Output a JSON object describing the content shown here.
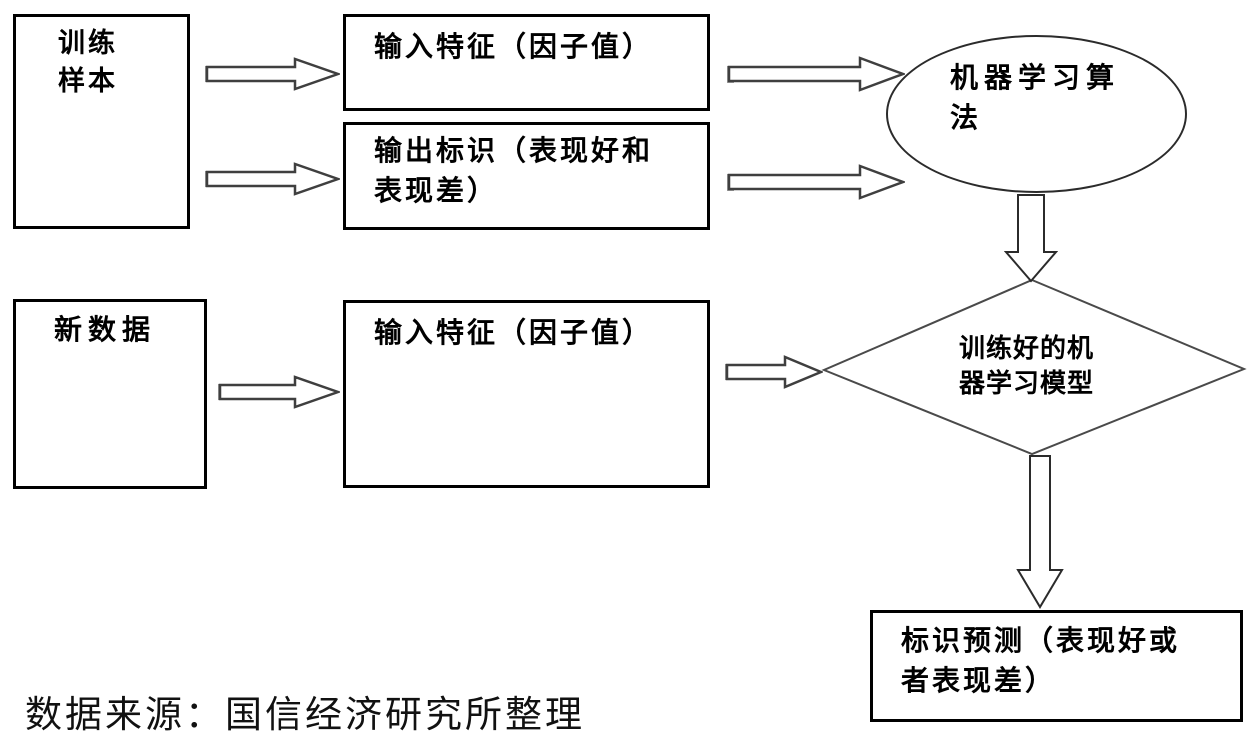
{
  "diagram": {
    "title": "machine-learning-flowchart",
    "nodes": {
      "training_sample": {
        "label": "训练样本"
      },
      "input_features_train": {
        "label": "输入特征（因子值）"
      },
      "output_labels_train": {
        "label": "输出标识（表现好和表现差）"
      },
      "ml_algorithm": {
        "label": "机器学习算法"
      },
      "new_data": {
        "label": "新数据"
      },
      "input_features_new": {
        "label": "输入特征（因子值）"
      },
      "trained_model": {
        "label": "训练好的机器学习模型"
      },
      "prediction_output": {
        "label": "标识预测（表现好或者表现差）"
      }
    },
    "connectors": [
      {
        "from": "training_sample",
        "to": "input_features_train",
        "direction": "right"
      },
      {
        "from": "training_sample",
        "to": "output_labels_train",
        "direction": "right"
      },
      {
        "from": "input_features_train",
        "to": "ml_algorithm",
        "direction": "right"
      },
      {
        "from": "output_labels_train",
        "to": "ml_algorithm",
        "direction": "right"
      },
      {
        "from": "ml_algorithm",
        "to": "trained_model",
        "direction": "down"
      },
      {
        "from": "new_data",
        "to": "input_features_new",
        "direction": "right"
      },
      {
        "from": "input_features_new",
        "to": "trained_model",
        "direction": "right"
      },
      {
        "from": "trained_model",
        "to": "prediction_output",
        "direction": "down"
      }
    ],
    "colors": {
      "background": "#ffffff",
      "box_border": "#000000",
      "arrow_outline": "#3f3f3f",
      "text": "#000000"
    }
  },
  "footer": {
    "source_note": "数据来源：国信经济研究所整理"
  }
}
